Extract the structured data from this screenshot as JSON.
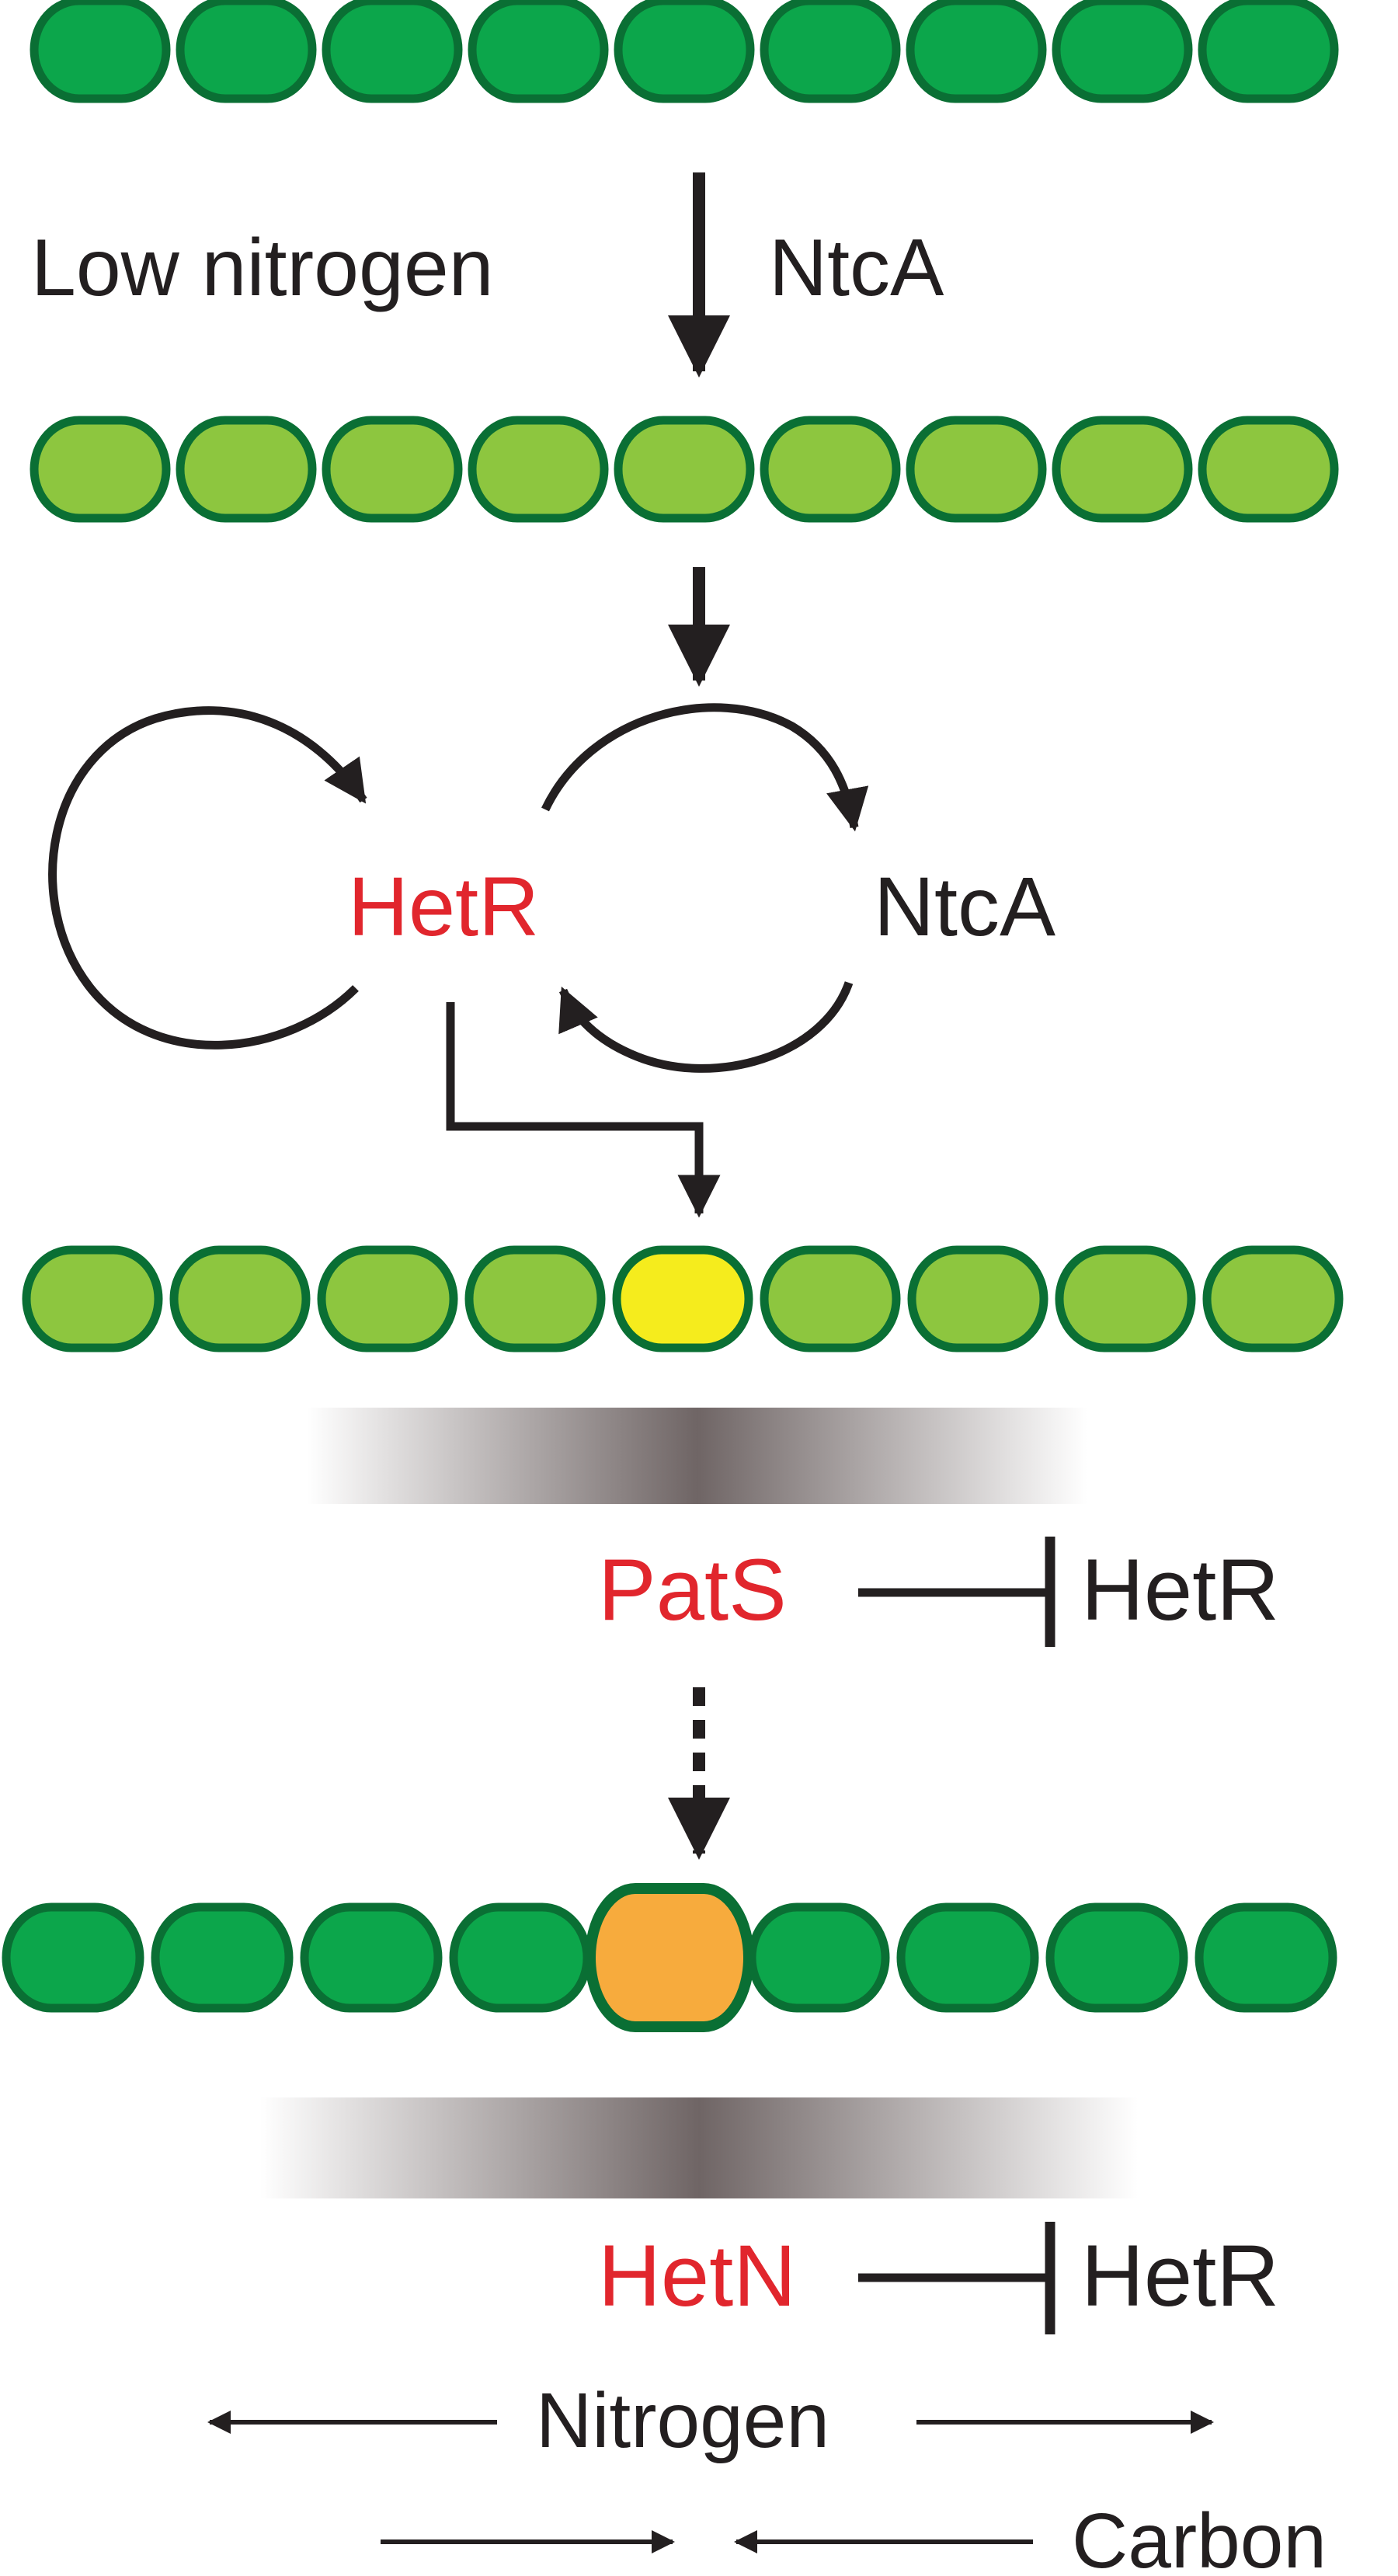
{
  "labels": {
    "low_nitrogen": "Low nitrogen",
    "ntca_top": "NtcA",
    "hetr_loop": "HetR",
    "ntca_loop": "NtcA",
    "pats": "PatS",
    "hetr_inhibited_by_pats": "HetR",
    "hetn": "HetN",
    "hetr_inhibited_by_hetn": "HetR",
    "nitrogen": "Nitrogen",
    "carbon": "Carbon"
  },
  "colors": {
    "vegetative_dark": "#0ca64b",
    "vegetative_light": "#8dc63f",
    "cell_outline": "#0a6f34",
    "proheterocyst": "#f5ec1d",
    "heterocyst": "#f7ab3d",
    "regulator_red": "#e1262d",
    "text": "#231f20",
    "gradient_core": "#6f6565"
  },
  "filaments": [
    {
      "stage": "nitrogen-replete filament",
      "cells": [
        "vegetative_dark",
        "vegetative_dark",
        "vegetative_dark",
        "vegetative_dark",
        "vegetative_dark",
        "vegetative_dark",
        "vegetative_dark",
        "vegetative_dark",
        "vegetative_dark"
      ]
    },
    {
      "stage": "nitrogen-starved filament",
      "cells": [
        "vegetative_light",
        "vegetative_light",
        "vegetative_light",
        "vegetative_light",
        "vegetative_light",
        "vegetative_light",
        "vegetative_light",
        "vegetative_light",
        "vegetative_light"
      ]
    },
    {
      "stage": "filament with proheterocyst",
      "cells": [
        "vegetative_light",
        "vegetative_light",
        "vegetative_light",
        "vegetative_light",
        "proheterocyst",
        "vegetative_light",
        "vegetative_light",
        "vegetative_light",
        "vegetative_light"
      ]
    },
    {
      "stage": "filament with heterocyst",
      "cells": [
        "vegetative_dark",
        "vegetative_dark",
        "vegetative_dark",
        "vegetative_dark",
        "heterocyst",
        "vegetative_dark",
        "vegetative_dark",
        "vegetative_dark",
        "vegetative_dark"
      ]
    }
  ]
}
